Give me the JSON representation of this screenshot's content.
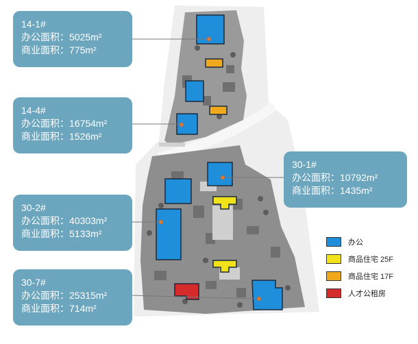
{
  "callouts": [
    {
      "id": "14-1#",
      "office_label": "办公面积：",
      "office_value": "5025m²",
      "retail_label": "商业面积：",
      "retail_value": "775m²"
    },
    {
      "id": "14-4#",
      "office_label": "办公面积：",
      "office_value": "16754m²",
      "retail_label": "商业面积：",
      "retail_value": "1526m²"
    },
    {
      "id": "30-1#",
      "office_label": "办公面积：",
      "office_value": "10792m²",
      "retail_label": "商业面积：",
      "retail_value": "1435m²"
    },
    {
      "id": "30-2#",
      "office_label": "办公面积：",
      "office_value": "40303m²",
      "retail_label": "商业面积：",
      "retail_value": "5133m²"
    },
    {
      "id": "30-7#",
      "office_label": "办公面积：",
      "office_value": "25315m²",
      "retail_label": "商业面积：",
      "retail_value": "714m²"
    }
  ],
  "legend": [
    {
      "label": "办公",
      "color": "#1f8fdc"
    },
    {
      "label": "商品住宅 25F",
      "color": "#f2e21a"
    },
    {
      "label": "商品住宅 17F",
      "color": "#f0a81c"
    },
    {
      "label": "人才公租房",
      "color": "#d62b2b"
    }
  ],
  "colors": {
    "callout_bg": "#6ba6be",
    "site_gray": "#8a8a8a",
    "leader": "#777777"
  }
}
